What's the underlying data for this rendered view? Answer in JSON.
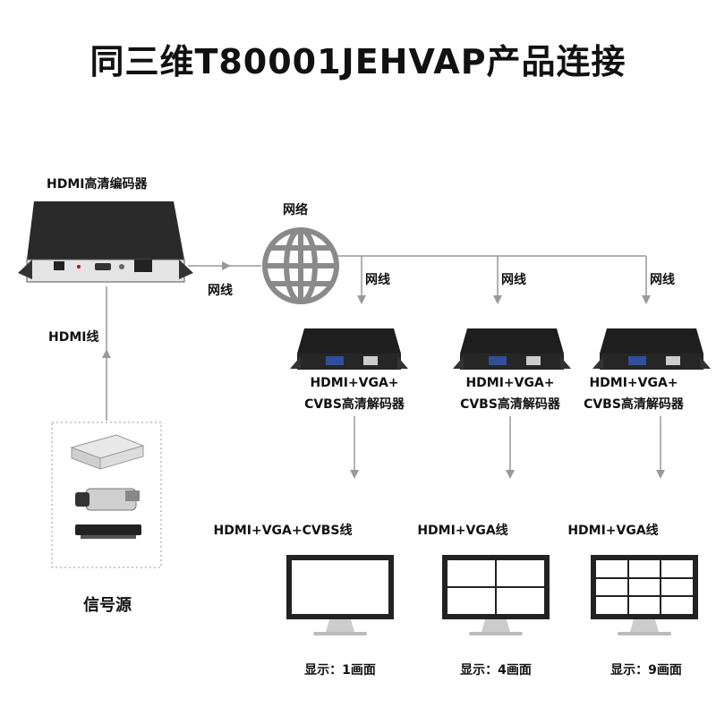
{
  "title": "同三维T80001JEHVAP产品连接",
  "encoder": {
    "label": "HDMI高清编码器"
  },
  "network": {
    "label": "网络"
  },
  "link_labels": {
    "encoder_net": "网线",
    "dec1_net": "网线",
    "dec2_net": "网线",
    "dec3_net": "网线",
    "hdmi_cable": "HDMI线"
  },
  "source": {
    "label": "信号源"
  },
  "decoders": [
    {
      "label_line1": "HDMI+VGA+",
      "label_line2": "CVBS高清解码器",
      "cable": "HDMI+VGA+CVBS线",
      "display": "显示：1画面"
    },
    {
      "label_line1": "HDMI+VGA+",
      "label_line2": "CVBS高清解码器",
      "cable": "HDMI+VGA线",
      "display": "显示：4画面"
    },
    {
      "label_line1": "HDMI+VGA+",
      "label_line2": "CVBS高清解码器",
      "cable": "HDMI+VGA线",
      "display": "显示：9画面"
    }
  ],
  "colors": {
    "line": "#999999",
    "device_dark": "#1e1e1e",
    "globe": "#8a8a8a",
    "monitor_frame": "#222222"
  }
}
